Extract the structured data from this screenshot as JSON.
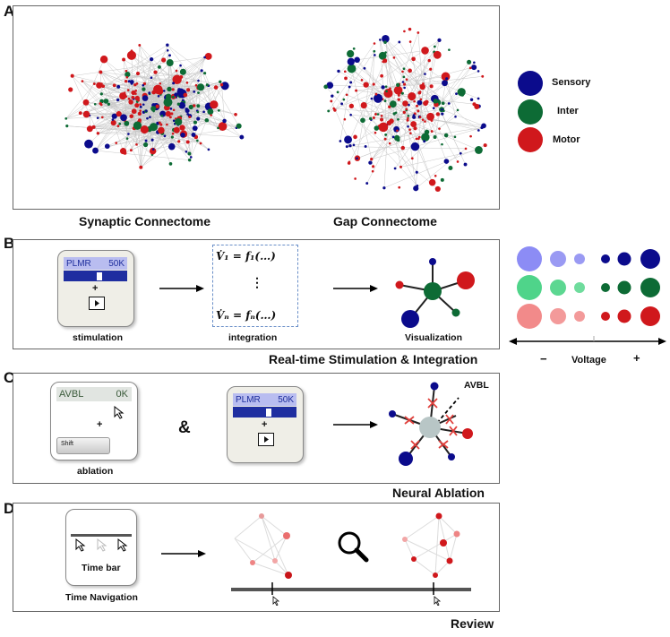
{
  "panels": {
    "a": {
      "label": "A",
      "left_caption": "Synaptic Connectome",
      "right_caption": "Gap Connectome"
    },
    "b": {
      "label": "B",
      "stim_chip_name": "PLMR",
      "stim_chip_value": "50K",
      "plus": "+",
      "stim_caption": "stimulation",
      "eq_first": "V̇₁ = f₁(…)",
      "eq_dots": "⋮",
      "eq_last": "V̇ₙ = fₙ(…)",
      "integ_caption": "integration",
      "vis_caption": "Visualization",
      "title": "Real-time Stimulation & Integration"
    },
    "c": {
      "label": "C",
      "abl_chip_name": "AVBL",
      "abl_chip_value": "0K",
      "plus": "+",
      "shift_key": "Shift",
      "abl_caption": "ablation",
      "amp": "&",
      "stim_chip_name": "PLMR",
      "stim_chip_value": "50K",
      "avbl_label": "AVBL",
      "title": "Neural Ablation"
    },
    "d": {
      "label": "D",
      "timebar_caption": "Time bar",
      "nav_caption": "Time Navigation",
      "title": "Review"
    }
  },
  "legend": {
    "items": [
      {
        "label": "Sensory",
        "color": "#0b0b8c"
      },
      {
        "label": "Inter",
        "color": "#0d6b35"
      },
      {
        "label": "Motor",
        "color": "#d0181c"
      }
    ]
  },
  "voltage": {
    "minus": "−",
    "label": "Voltage",
    "plus": "+"
  },
  "colors": {
    "sensory": "#0b0b8c",
    "inter": "#0d6b35",
    "motor": "#d0181c",
    "edge": "#c8c8c8",
    "chip": "#b9bdf0",
    "bar": "#1f2ea0"
  }
}
